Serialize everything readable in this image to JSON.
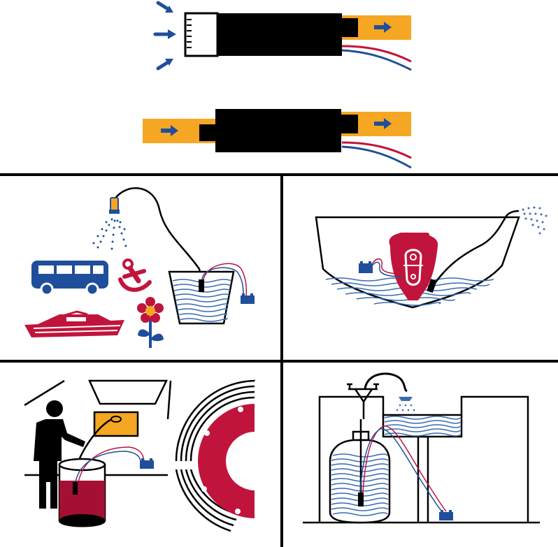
{
  "figure": {
    "panels": [
      {
        "id": "pump-installations",
        "shows": [
          "inline-pump-with-strainer-inlet",
          "inline-pump-with-hose-inlet"
        ]
      },
      {
        "id": "use-cases-spray",
        "shows": [
          "spray-nozzle",
          "bus-icon",
          "anchor-icon",
          "boat-icon",
          "flower-icon",
          "water-bucket",
          "battery-icon"
        ]
      },
      {
        "id": "use-cases-bilge",
        "shows": [
          "boat-hull",
          "outboard-engine",
          "bilge-water",
          "battery-icon",
          "spray-outlet"
        ]
      },
      {
        "id": "use-cases-oil-transfer",
        "shows": [
          "person-figure",
          "oil-bucket",
          "engine-compartment",
          "flywheel",
          "battery-icon"
        ]
      },
      {
        "id": "use-cases-tank-transfer",
        "shows": [
          "water-jug",
          "sink-basin",
          "faucet",
          "spray-outlet",
          "battery-icon"
        ]
      }
    ]
  },
  "colors": {
    "navy": "#1f4f9a",
    "red": "#c1143c",
    "orange": "#f5a623",
    "black": "#000000",
    "water": "#3a6bb0",
    "white": "#ffffff"
  }
}
